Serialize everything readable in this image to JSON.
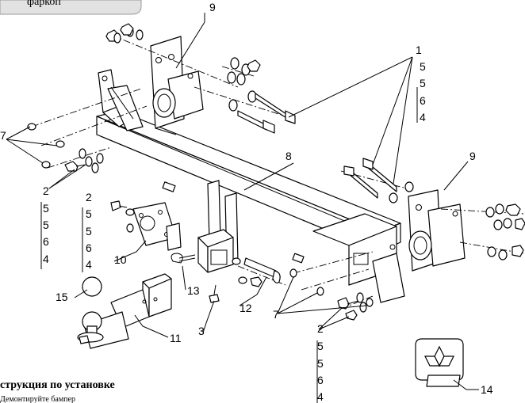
{
  "header_tab": "фаркоп",
  "callouts": {
    "c1": "1",
    "c2a": "2",
    "c2b": "2",
    "c2c": "2",
    "c3": "3",
    "c4a": "4",
    "c4b": "4",
    "c4c": "4",
    "c4d": "4",
    "c5a": "5",
    "c5b": "5",
    "c5c": "5",
    "c5d": "5",
    "c5e": "5",
    "c5f": "5",
    "c5g": "5",
    "c5h": "5",
    "c6a": "6",
    "c6b": "6",
    "c6c": "6",
    "c6d": "6",
    "c7a": "7",
    "c7b": "7",
    "c8": "8",
    "c9a": "9",
    "c9b": "9",
    "c10": "10",
    "c11": "11",
    "c12": "12",
    "c13": "13",
    "c14": "14",
    "c15": "15"
  },
  "instructions": {
    "title": "струкция по установке",
    "step1": "Демонтируйте бампер"
  }
}
